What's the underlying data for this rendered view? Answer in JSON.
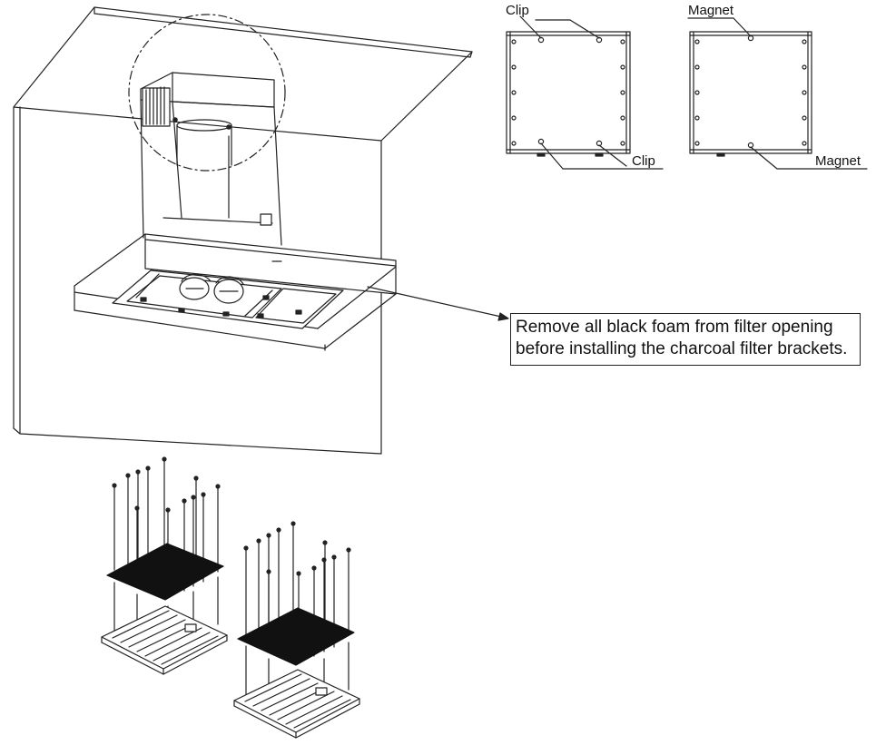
{
  "labels": {
    "clip_top": "Clip",
    "clip_bottom": "Clip",
    "magnet_top": "Magnet",
    "magnet_bottom": "Magnet"
  },
  "note": {
    "line1": "Remove all black foam from filter opening",
    "line2": "before installing the charcoal filter brackets."
  },
  "colors": {
    "line": "#222222",
    "foam": "#111111",
    "background": "#ffffff"
  }
}
